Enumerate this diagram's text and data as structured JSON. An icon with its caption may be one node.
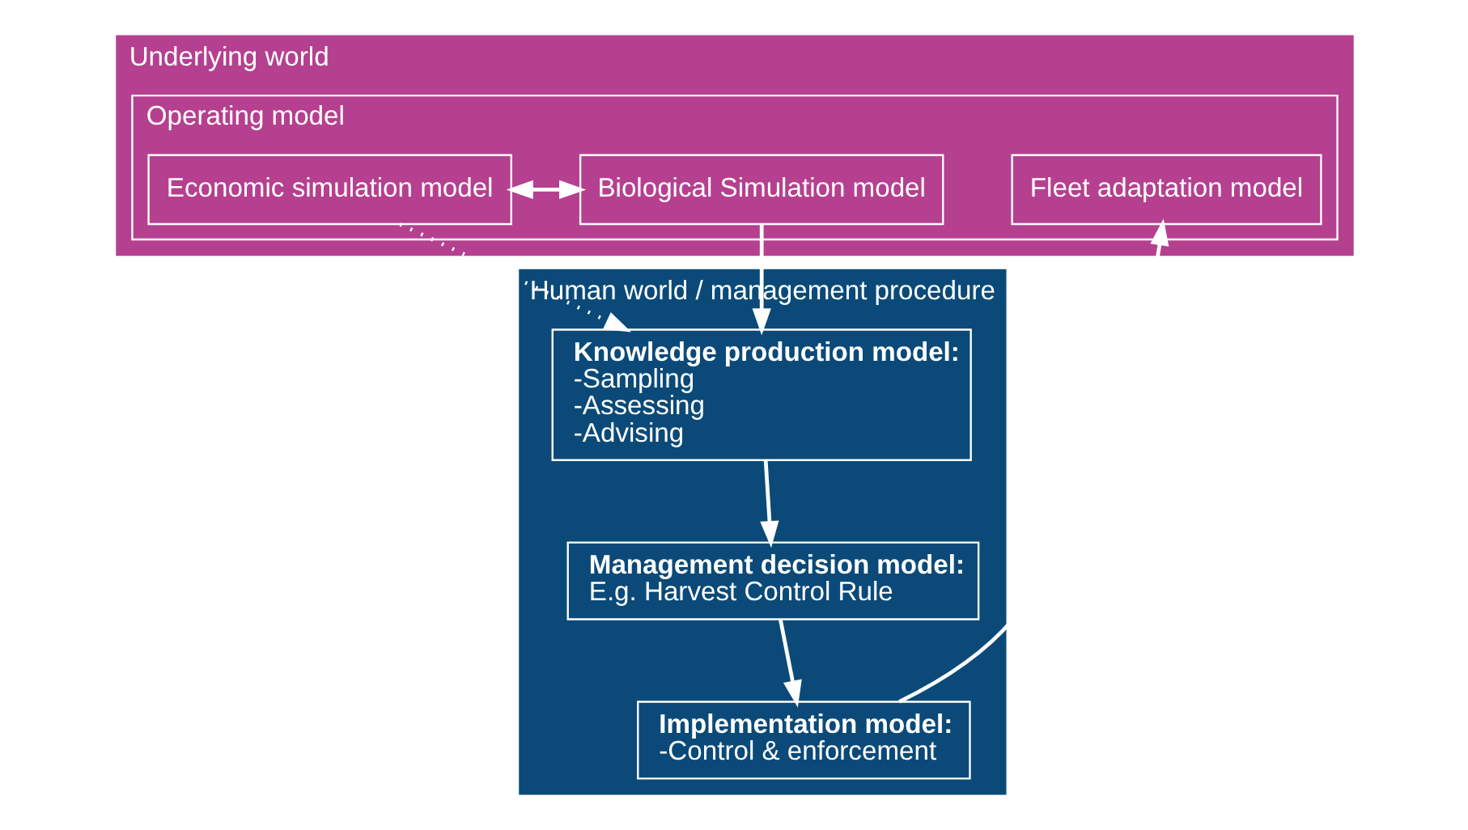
{
  "diagram": {
    "nodes": [
      {
        "text": [
          "Underlying world"
        ]
      },
      {
        "text": [
          "Operating model"
        ],
        "in": 0
      },
      {
        "text": [
          "Fleet adaptation model"
        ],
        "in": 1
      },
      {
        "text": [
          "Economic simulation model"
        ],
        "in": 1
      },
      {
        "text": [
          "Biological Simulation model"
        ],
        "in": 1
      },
      {
        "text": [
          "Human world / management procedure"
        ]
      },
      {
        "text": [
          "Implementation model:",
          "-Control & enforcement"
        ],
        "in": 5
      },
      {
        "text": [
          "Knowledge production model:",
          "-Sampling",
          "-Assessing",
          "-Advising"
        ],
        "in": 5
      },
      {
        "text": [
          "Management decision model:",
          "E.g. Harvest Control Rule"
        ],
        "in": 5
      }
    ],
    "edges": [
      {
        "from": 6,
        "to": 2,
        "arrow": "to"
      },
      {
        "from": 3,
        "to": 4,
        "arrow": "both"
      },
      {
        "from": 4,
        "to": 7,
        "arrow": "to"
      },
      {
        "from": 3,
        "to": 7,
        "arrow": "to",
        "style": "dashed"
      },
      {
        "from": 7,
        "to": 8,
        "arrow": "to"
      },
      {
        "from": 8,
        "to": 6,
        "arrow": "to"
      }
    ]
  }
}
